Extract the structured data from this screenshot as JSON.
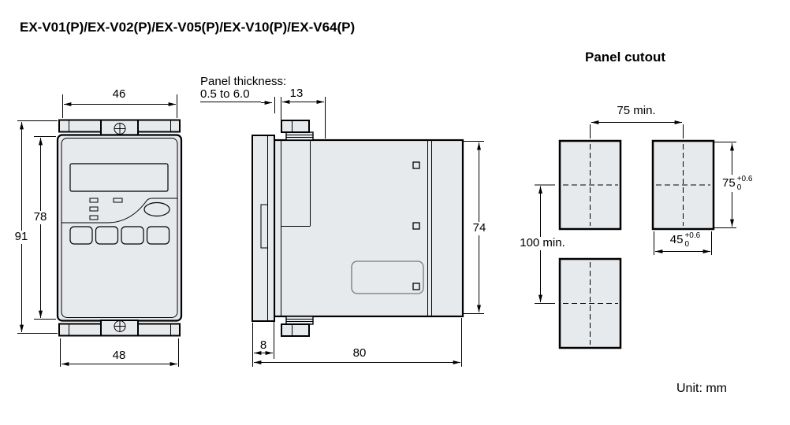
{
  "title": "EX-V01(P)/EX-V02(P)/EX-V05(P)/EX-V10(P)/EX-V64(P)",
  "unit_label": "Unit: mm",
  "front_view": {
    "width_top": "46",
    "width_bottom": "48",
    "height_inner": "78",
    "height_outer": "91"
  },
  "side_view": {
    "panel_thickness_title": "Panel thickness:",
    "panel_thickness_range": "0.5 to 6.0",
    "clamp_depth": "13",
    "body_height": "74",
    "bezel_depth": "8",
    "body_depth": "80"
  },
  "panel_cutout": {
    "heading": "Panel cutout",
    "horizontal_pitch": "75 min.",
    "vertical_pitch": "100 min.",
    "cutout_height": {
      "value": "75",
      "tol_plus": "+0.6",
      "tol_minus": "0"
    },
    "cutout_width": {
      "value": "45",
      "tol_plus": "+0.6",
      "tol_minus": "0"
    }
  },
  "colors": {
    "line": "#000000",
    "part_fill": "#e7eaed",
    "background": "#ffffff"
  }
}
